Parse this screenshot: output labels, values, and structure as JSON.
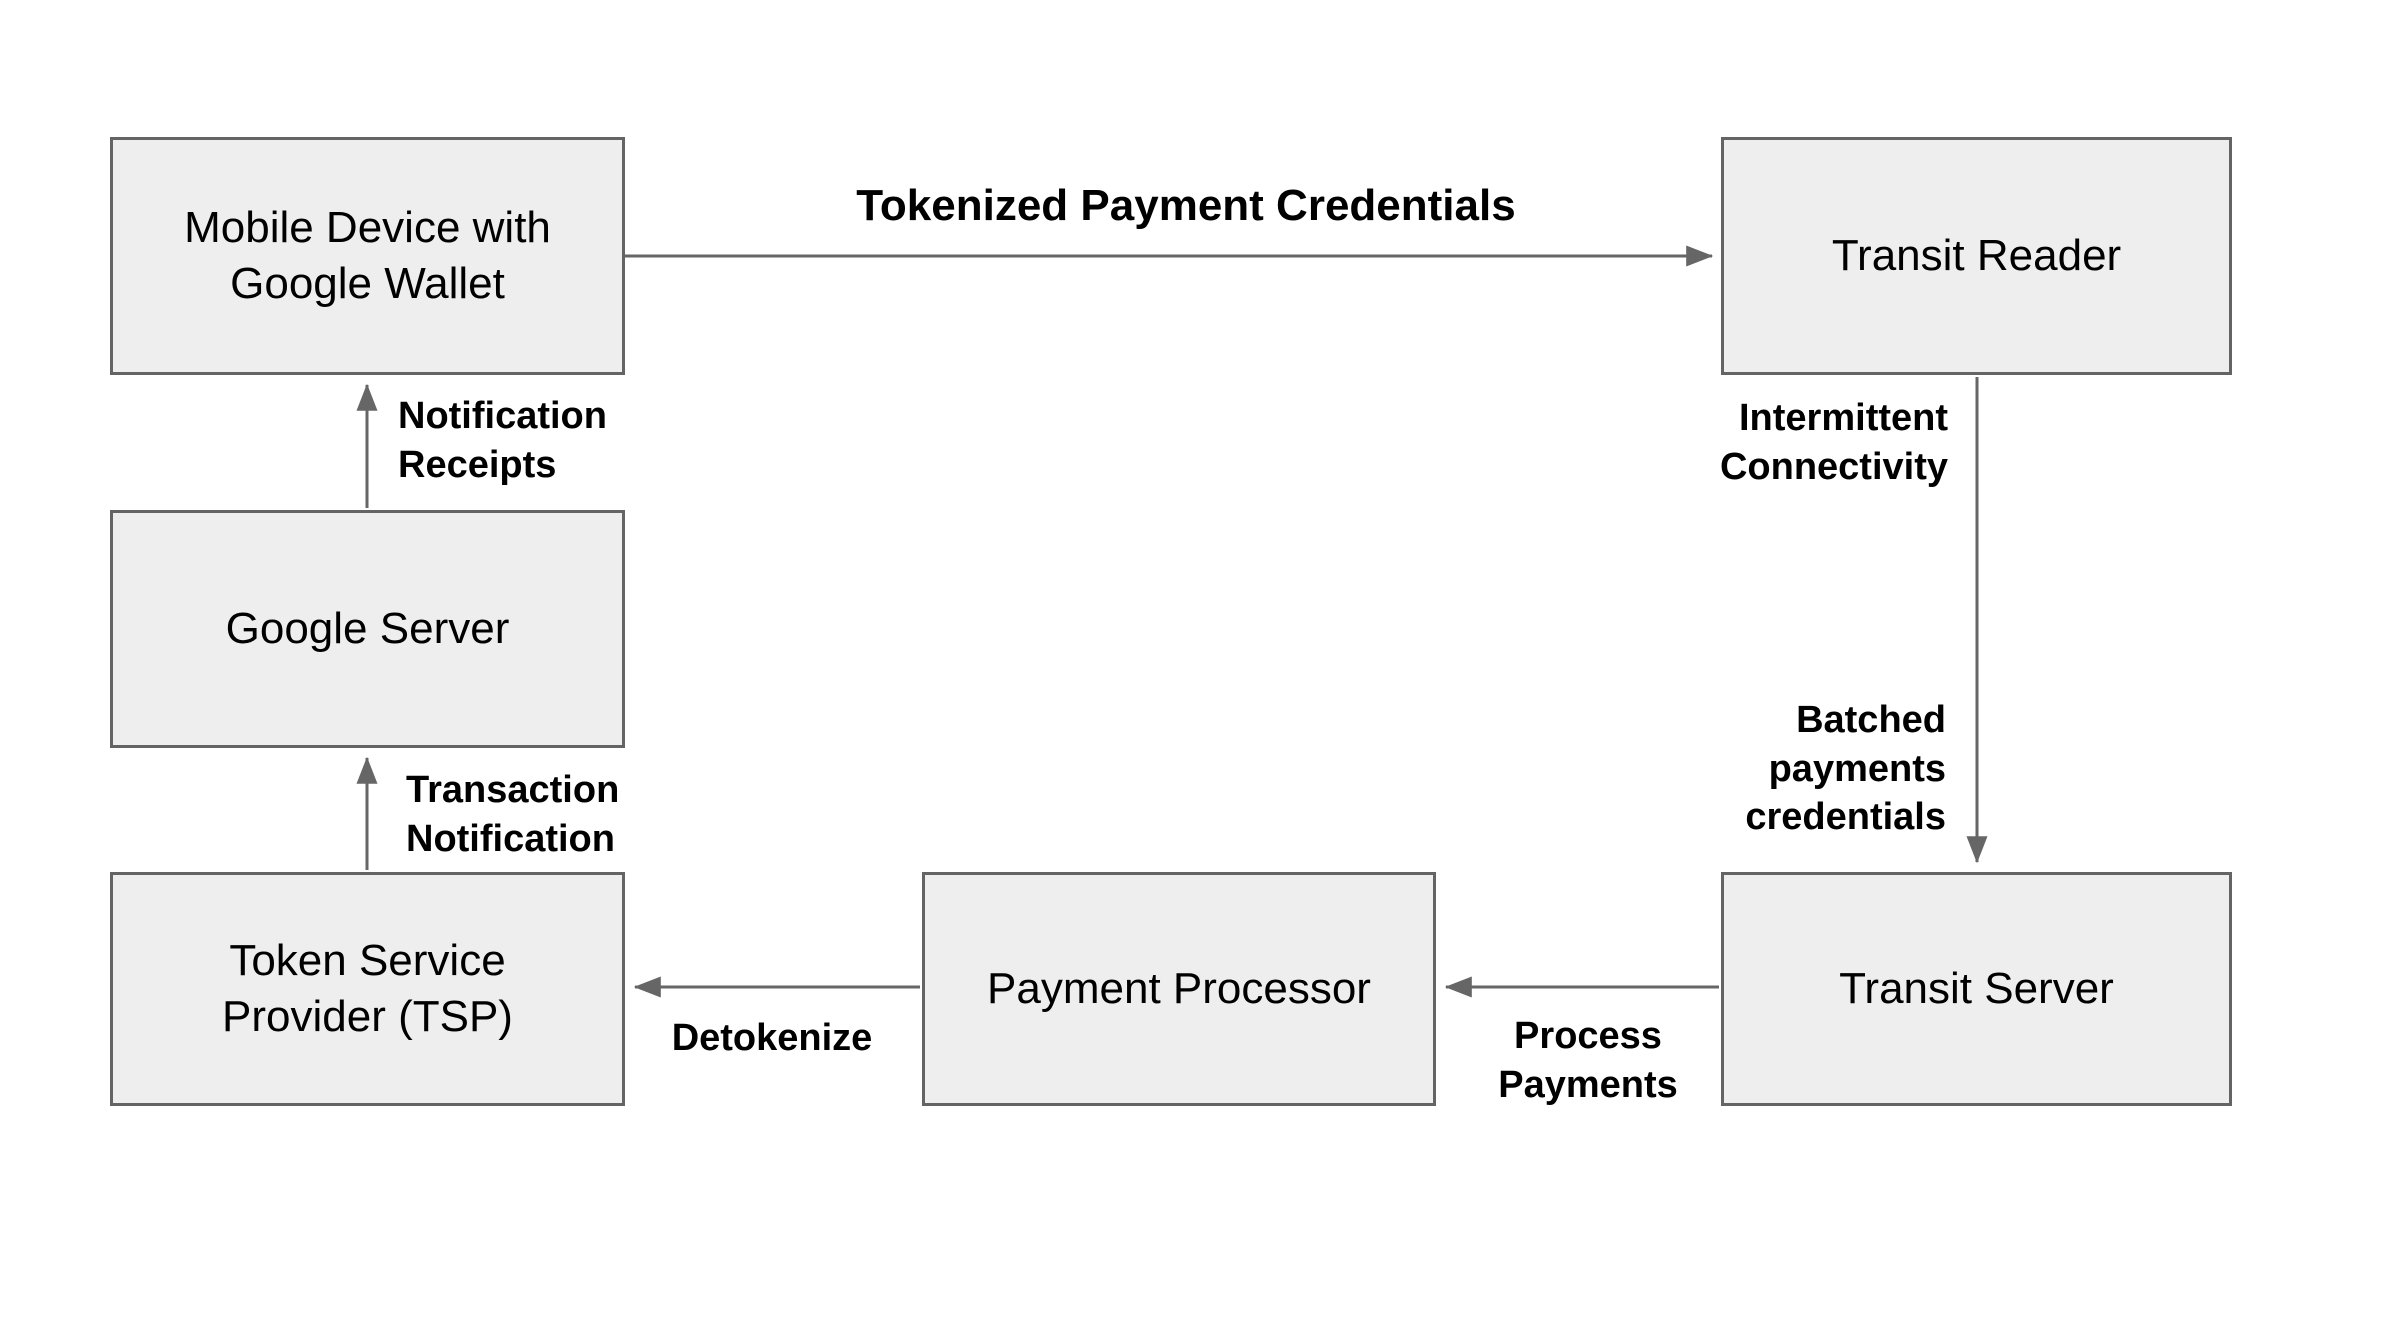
{
  "diagram": {
    "nodes": {
      "mobile_wallet": {
        "label": "Mobile Device with\nGoogle Wallet"
      },
      "transit_reader": {
        "label": "Transit Reader"
      },
      "google_server": {
        "label": "Google Server"
      },
      "tsp": {
        "label": "Token Service\nProvider (TSP)"
      },
      "payment_processor": {
        "label": "Payment Processor"
      },
      "transit_server": {
        "label": "Transit Server"
      }
    },
    "edges": {
      "tokenized": {
        "label": "Tokenized Payment Credentials",
        "from": "mobile_wallet",
        "to": "transit_reader"
      },
      "intermittent": {
        "label": "Intermittent\nConnectivity",
        "from": "transit_reader",
        "to": "transit_server"
      },
      "batched": {
        "label": "Batched\npayments\ncredentials",
        "from": "transit_reader",
        "to": "transit_server"
      },
      "process": {
        "label": "Process\nPayments",
        "from": "transit_server",
        "to": "payment_processor"
      },
      "detokenize": {
        "label": "Detokenize",
        "from": "payment_processor",
        "to": "tsp"
      },
      "transaction": {
        "label": "Transaction\nNotification",
        "from": "tsp",
        "to": "google_server"
      },
      "notification": {
        "label": "Notification\nReceipts",
        "from": "google_server",
        "to": "mobile_wallet"
      }
    },
    "colors": {
      "node_fill": "#eeeeee",
      "node_border": "#646464",
      "arrow": "#666666",
      "text": "#000000",
      "background": "#ffffff"
    }
  }
}
